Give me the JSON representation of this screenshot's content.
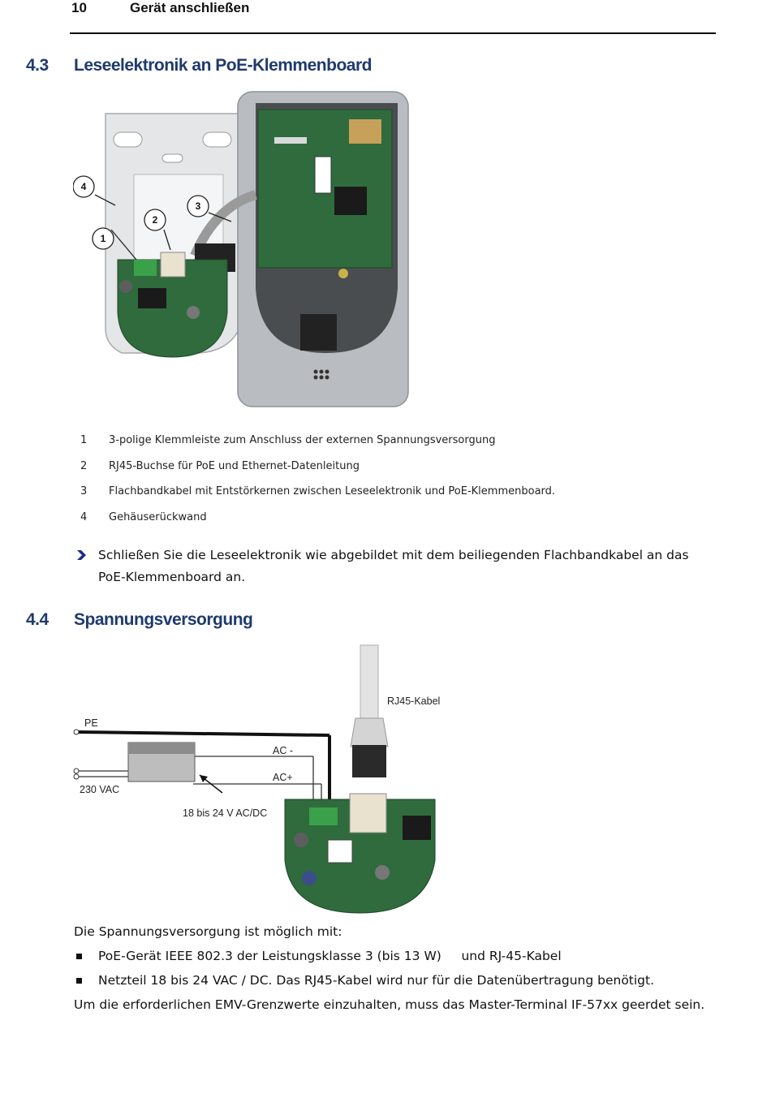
{
  "header": {
    "page_number": "10",
    "chapter_title": "Gerät anschließen"
  },
  "section_43": {
    "number": "4.3",
    "title": "Leseelektronik an PoE-Klemmenboard",
    "callouts": [
      "1",
      "2",
      "3",
      "4"
    ],
    "legend": [
      {
        "num": "1",
        "text": "3-polige Klemmleiste zum Anschluss der externen Spannungsversorgung"
      },
      {
        "num": "2",
        "text": "RJ45-Buchse für PoE und Ethernet-Datenleitung"
      },
      {
        "num": "3",
        "text": "Flachbandkabel mit Entstörkernen zwischen Leseelektronik und PoE-Klemmenboard."
      },
      {
        "num": "4",
        "text": "Gehäuserückwand"
      }
    ],
    "instruction_line1": "Schließen Sie die Leseelektronik wie abgebildet mit dem beiliegenden Flachbandkabel an das",
    "instruction_line2": "PoE-Klemmenboard an."
  },
  "section_44": {
    "number": "4.4",
    "title": "Spannungsversorgung",
    "figure_labels": {
      "rj45": "RJ45-Kabel",
      "pe": "PE",
      "ac_minus": "AC -",
      "ac_plus": "AC+",
      "vac": "230 VAC",
      "psu": "18 bis 24 V AC/DC"
    },
    "intro": "Die Spannungsversorgung ist möglich mit:",
    "bullets": [
      "PoE-Gerät IEEE 802.3 der Leistungsklasse 3 (bis 13 W)     und RJ-45-Kabel",
      "Netzteil 18 bis 24 VAC / DC. Das RJ45-Kabel wird nur für die Datenübertragung benötigt."
    ],
    "closing": "Um die erforderlichen EMV-Grenzwerte einzuhalten, muss das Master-Terminal IF-57xx geerdet sein."
  },
  "colors": {
    "heading": "#1f3a6e",
    "pcb": "#2f6b3c",
    "housing": "#b9bcc1"
  }
}
